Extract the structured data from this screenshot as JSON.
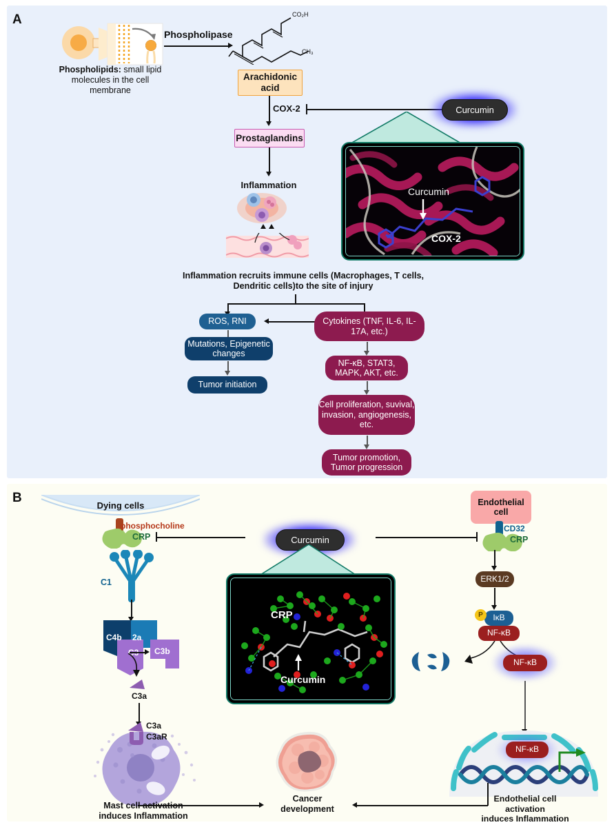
{
  "figure": {
    "panels": [
      {
        "id": "A",
        "label": "A",
        "background": "#e9f0fb"
      },
      {
        "id": "B",
        "label": "B",
        "background": "#fdfdf3"
      }
    ]
  },
  "panelA": {
    "phospholipid_caption_bold": "Phospholipids:",
    "phospholipid_caption_rest": " small lipid molecules in the cell membrane",
    "enzyme_label": "Phospholipase",
    "chem_label_cooh": "CO₂H",
    "chem_label_ch3": "CH₃",
    "arachidonic_acid": "Arachidonic acid",
    "cox2_label": "COX-2",
    "prostaglandins": "Prostaglandins",
    "inflammation": "Inflammation",
    "curcumin_badge": "Curcumin",
    "inset": {
      "molecule_label": "Curcumin",
      "protein_label": "COX-2"
    },
    "recruit_text_line1": "Inflammation recruits immune cells (Macrophages, T cells,",
    "recruit_text_line2": "Dendritic cells)to the site of injury",
    "nodes": {
      "ros_rni": "ROS, RNI",
      "mutations": "Mutations, Epigenetic changes",
      "tumor_initiation": "Tumor initiation",
      "cytokines": "Cytokines (TNF, IL-6, IL-17A, etc.)",
      "signaling": "NF-κB, STAT3, MAPK, AKT, etc.",
      "cell_proliferation": "Cell proliferation, suvival, invasion, angiogenesis, etc.",
      "tumor_promotion": "Tumor promotion, Tumor progression"
    },
    "colors": {
      "blue_light": "#1f6092",
      "blue_dark": "#0f3f6b",
      "magenta": "#8d1b4f",
      "arachidonic_fill": "#fde3bd",
      "arachidonic_stroke": "#f0a33c",
      "prostaglandin_fill": "#fbdcf2",
      "prostaglandin_stroke": "#c85bb0"
    }
  },
  "panelB": {
    "dying_cells": "Dying cells",
    "phosphocholine": "phosphocholine",
    "crp_left": "CRP",
    "c1": "C1",
    "c4b": "C4b",
    "c2a": "2a",
    "c3": "C3",
    "c3b": "C3b",
    "c3a": "C3a",
    "c3a_receptor_ligand": "C3a",
    "c3ar": "C3aR",
    "mast_caption_line1": "Mast cell activation",
    "mast_caption_line2": "induces Inflammation",
    "curcumin_badge": "Curcumin",
    "inset": {
      "protein_label": "CRP",
      "molecule_label": "Curcumin"
    },
    "endothelial_cell": "Endothelial cell",
    "cd32": "CD32",
    "crp_right": "CRP",
    "erk": "ERK1/2",
    "phospho": "P",
    "ikb": "IκB",
    "nfkb": "NF-κB",
    "nfkb_free": "NF-κB",
    "nfkb_nucleus": "NF-κB",
    "endo_caption_line1": "Endothelial cell",
    "endo_caption_line2": "activation",
    "endo_caption_line3": "induces Inflammation",
    "cancer_line1": "Cancer",
    "cancer_line2": "development",
    "colors": {
      "crp_green": "#9ecb6a",
      "crp_text": "#1d6b3a",
      "phosphocholine": "#b5391a",
      "c1_blue": "#1b87b8",
      "c4b_blue": "#0d3f6b",
      "c2a_blue": "#1b7bb5",
      "c3_purple": "#a06fd0",
      "mast_purple": "#b3a5dc",
      "endo_pink": "#f9a8a8",
      "erk_brown": "#5a3a22",
      "ikb_blue": "#1c5f93",
      "nfkb_red": "#9b1f1f",
      "phospho_yellow": "#f5c518",
      "dna_teal": "#3fc1c9",
      "dna_navy": "#2b3f7a",
      "arrow_green": "#1f8a1f"
    }
  }
}
